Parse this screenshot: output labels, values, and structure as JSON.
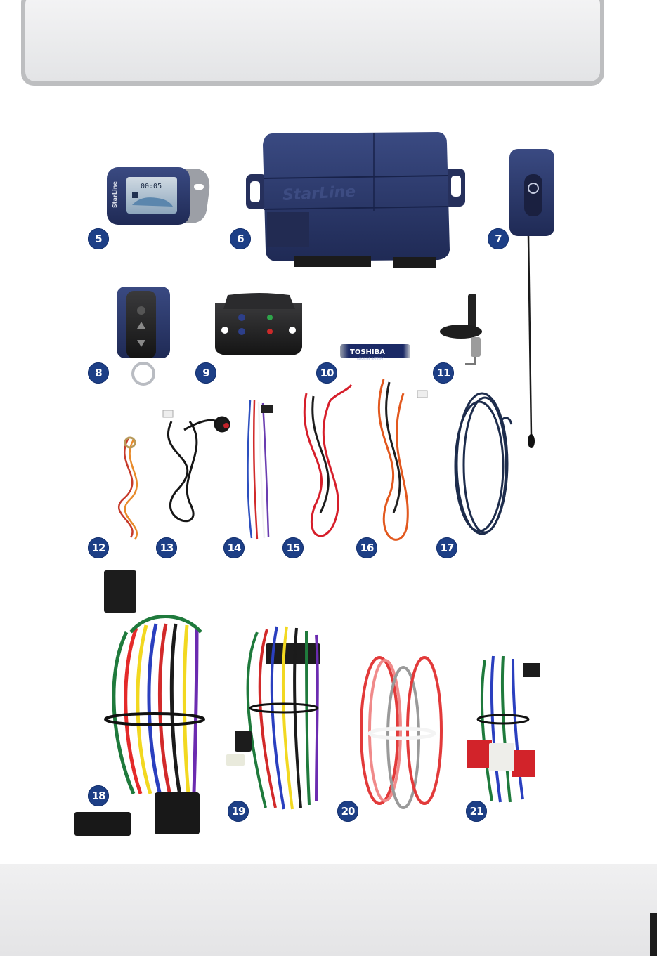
{
  "badges": [
    {
      "num": "5",
      "item": "remote-lcd"
    },
    {
      "num": "6",
      "item": "control-unit"
    },
    {
      "num": "7",
      "item": "transceiver"
    },
    {
      "num": "8",
      "item": "remote-key"
    },
    {
      "num": "9",
      "item": "shock-sensor"
    },
    {
      "num": "10",
      "item": "battery"
    },
    {
      "num": "11",
      "item": "hood-switch"
    },
    {
      "num": "12",
      "item": "temp-sensor"
    },
    {
      "num": "13",
      "item": "button-cable"
    },
    {
      "num": "14",
      "item": "led-cable"
    },
    {
      "num": "15",
      "item": "red-cable"
    },
    {
      "num": "16",
      "item": "orange-cable"
    },
    {
      "num": "17",
      "item": "blue-cable"
    },
    {
      "num": "18",
      "item": "main-harness"
    },
    {
      "num": "19",
      "item": "aux-harness"
    },
    {
      "num": "20",
      "item": "power-harness"
    },
    {
      "num": "21",
      "item": "relay-harness"
    }
  ],
  "product_print": {
    "lcd_time": "00:05",
    "brand_remote": "StarLine",
    "brand_unit": "StarLine",
    "battery_brand": "TOSHIBA",
    "battery_type": "ALKALINE BATTERY"
  },
  "colors": {
    "badge": "#1d3f86",
    "device_blue": "#2a3766",
    "panel_border": "#bdbec0"
  }
}
